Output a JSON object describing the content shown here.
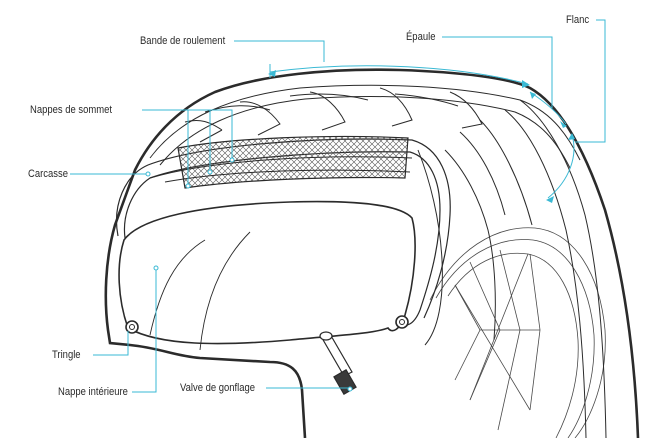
{
  "diagram": {
    "labels": {
      "bande_de_roulement": "Bande de roulement",
      "epaule": "Épaule",
      "flanc": "Flanc",
      "nappes_de_sommet": "Nappes de sommet",
      "carcasse": "Carcasse",
      "tringle": "Tringle",
      "nappe_interieure": "Nappe intérieure",
      "valve_de_gonflage": "Valve de gonflage"
    },
    "colors": {
      "line": "#2b2b2b",
      "leader": "#3ab9d4",
      "background": "#ffffff"
    }
  }
}
